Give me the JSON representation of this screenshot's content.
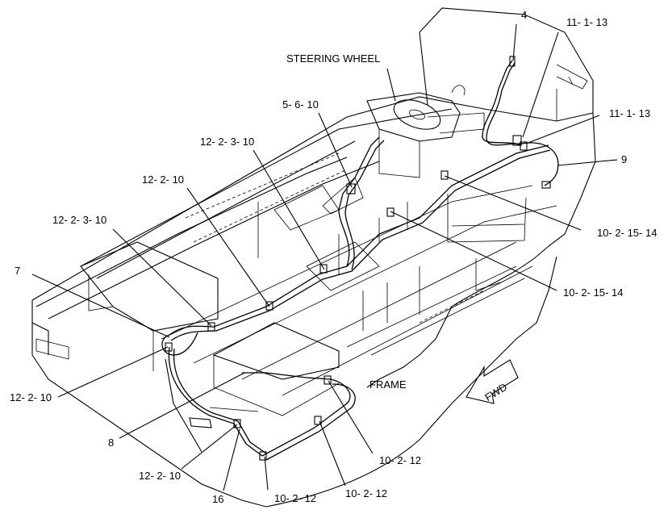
{
  "labels": {
    "steering_wheel": "STEERING WHEEL",
    "frame": "FRAME",
    "fwd": "FWD",
    "callout_4": "4",
    "callout_11_1_13_top": "11- 1- 13",
    "callout_11_1_13_mid": "11- 1- 13",
    "callout_9": "9",
    "callout_5_6_10": "5- 6- 10",
    "callout_12_2_3_10_top": "12- 2- 3- 10",
    "callout_12_2_10_top": "12- 2- 10",
    "callout_12_2_3_10_left": "12- 2- 3- 10",
    "callout_7": "7",
    "callout_10_2_15_14_right": "10- 2- 15- 14",
    "callout_10_2_15_14_mid": "10- 2- 15- 14",
    "callout_12_2_10_left": "12- 2- 10",
    "callout_8": "8",
    "callout_10_2_12_right": "10- 2- 12",
    "callout_12_2_10_bottom": "12- 2- 10",
    "callout_16": "16",
    "callout_10_2_12_bottom": "10- 2- 12",
    "callout_10_2_12_bottom_right": "10- 2- 12"
  }
}
